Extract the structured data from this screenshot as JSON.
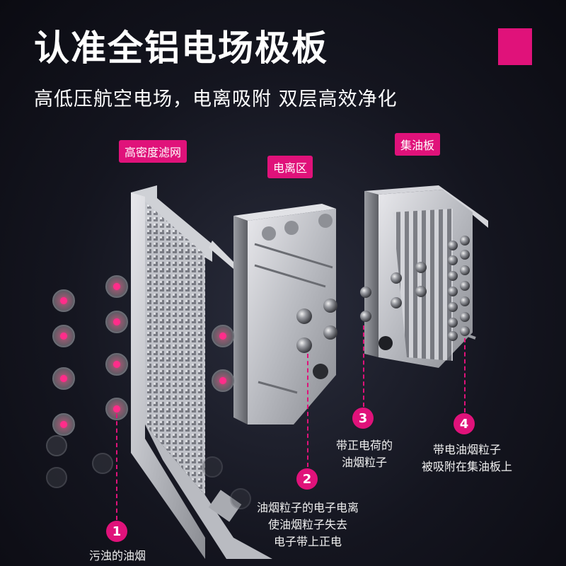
{
  "header": {
    "title": "认准全铝电场极板",
    "subtitle": "高低压航空电场，电离吸附 双层高效净化"
  },
  "labels": {
    "filter": "高密度滤网",
    "ionization": "电离区",
    "collector": "集油板"
  },
  "steps": [
    {
      "number": "1",
      "lines": [
        "污浊的油烟"
      ]
    },
    {
      "number": "2",
      "lines": [
        "油烟粒子的电子电离",
        "使油烟粒子失去",
        "电子带上正电"
      ]
    },
    {
      "number": "3",
      "lines": [
        "带正电荷的",
        "油烟粒子"
      ]
    },
    {
      "number": "4",
      "lines": [
        "带电油烟粒子",
        "被吸附在集油板上"
      ]
    }
  ],
  "colors": {
    "accent": "#e0127a",
    "background": "#14151f",
    "text": "#ffffff"
  }
}
